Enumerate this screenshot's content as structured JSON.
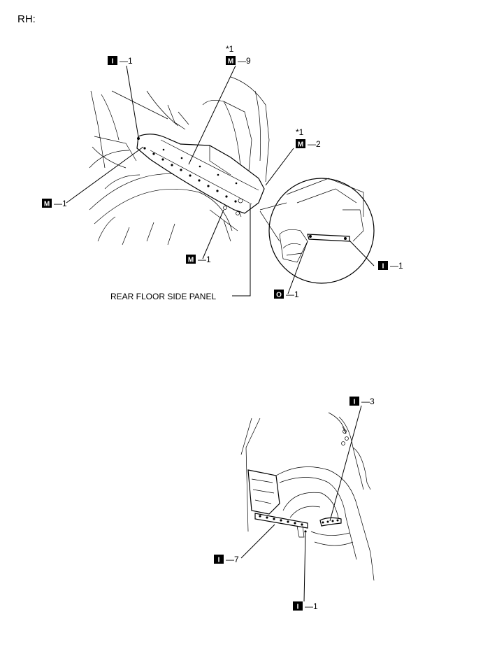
{
  "title": "RH:",
  "top_view": {
    "callouts": [
      {
        "code": "I",
        "num": "1",
        "star": ""
      },
      {
        "code": "M",
        "num": "9",
        "star": "*1"
      },
      {
        "code": "M",
        "num": "2",
        "star": "*1"
      },
      {
        "code": "M",
        "num": "1",
        "star": ""
      },
      {
        "code": "M",
        "num": "1",
        "star": ""
      },
      {
        "code": "I",
        "num": "1",
        "star": ""
      },
      {
        "code": "O",
        "num": "1",
        "star": ""
      }
    ],
    "panel_label": "REAR FLOOR SIDE PANEL"
  },
  "bottom_view": {
    "callouts": [
      {
        "code": "I",
        "num": "3"
      },
      {
        "code": "I",
        "num": "7"
      },
      {
        "code": "I",
        "num": "1"
      }
    ]
  },
  "dash": "—"
}
